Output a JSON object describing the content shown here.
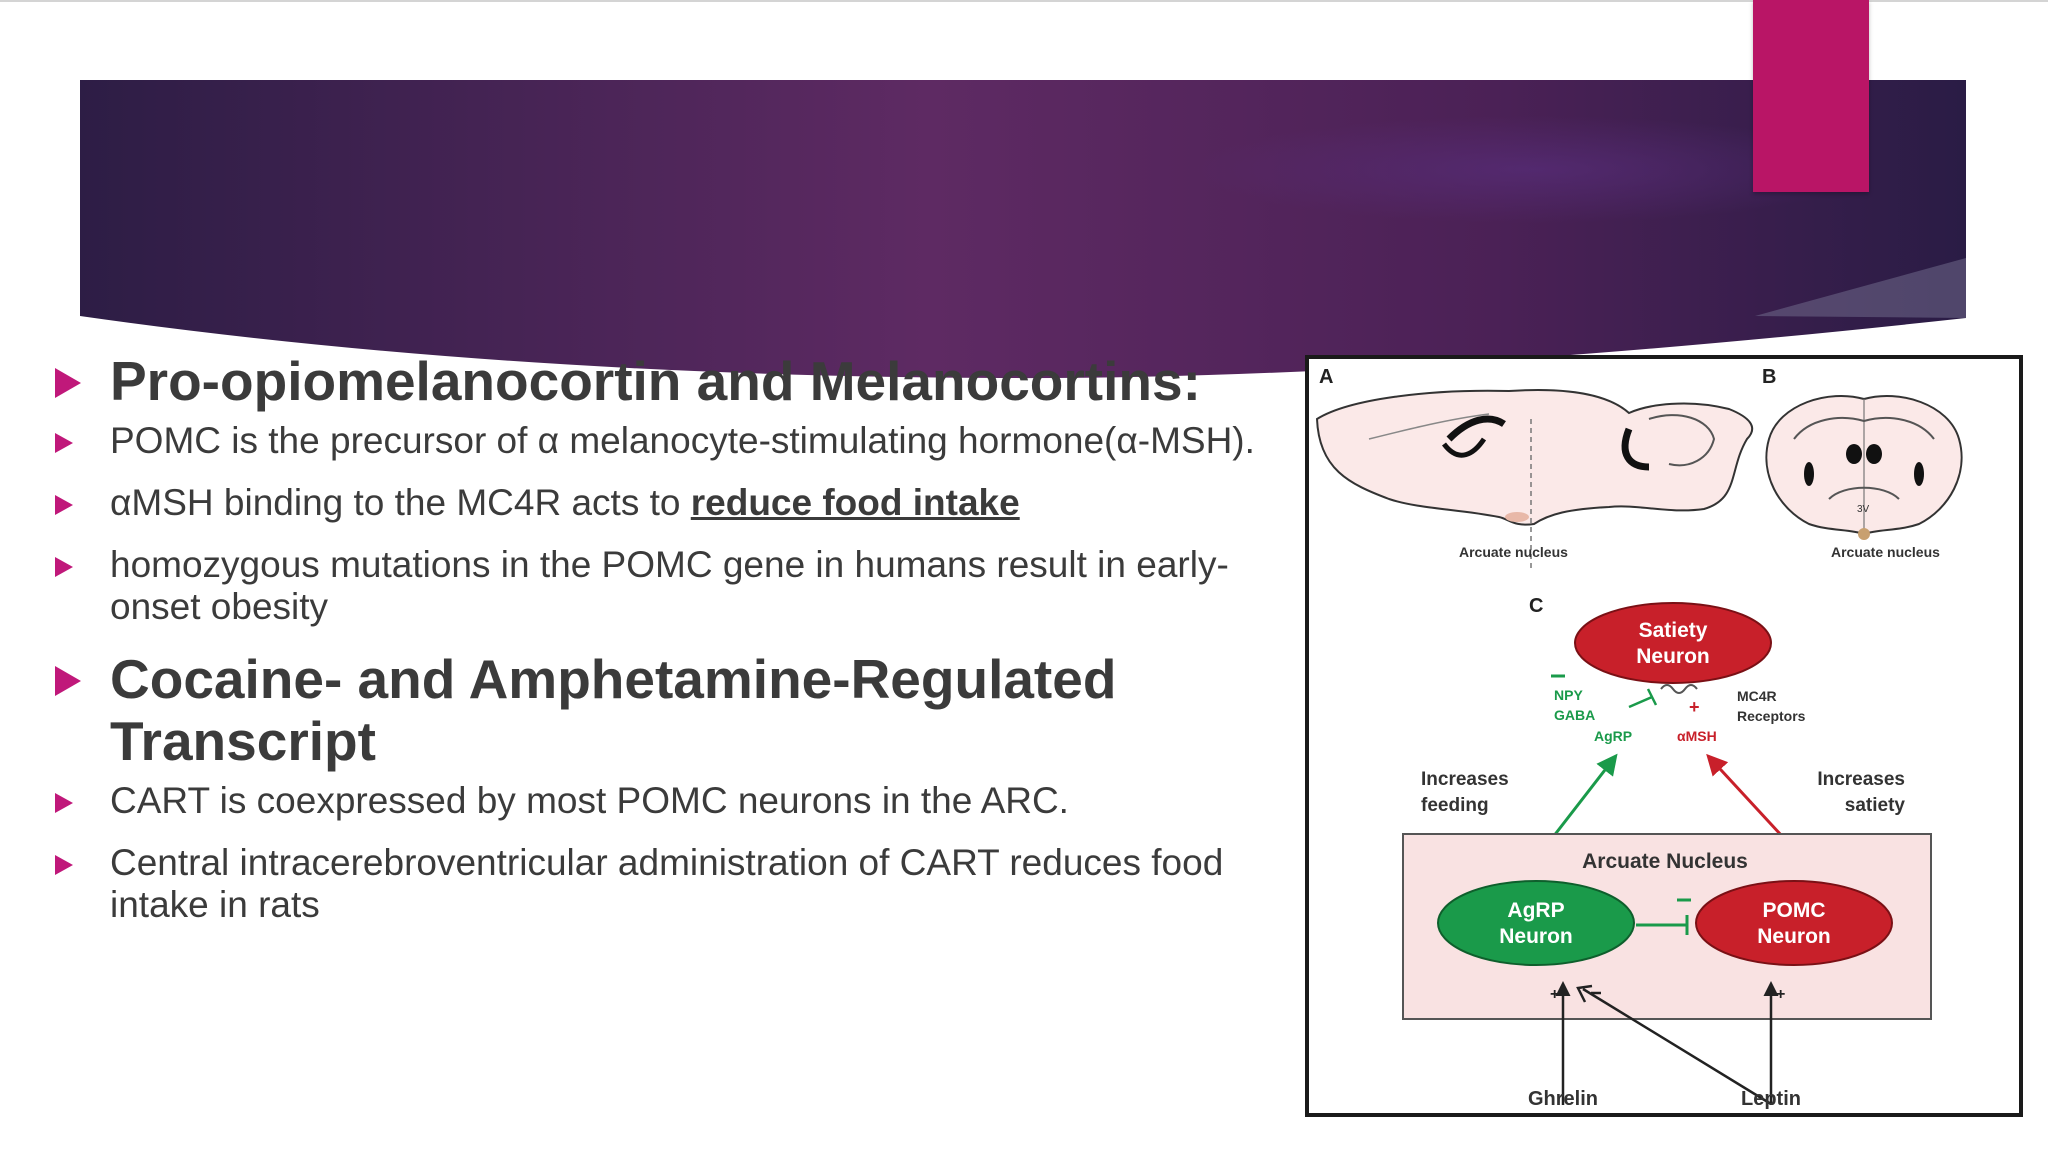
{
  "slide": {
    "bullets": [
      {
        "level": 1,
        "text": "Pro-opiomelanocortin and Melanocortins:"
      },
      {
        "level": 2,
        "text": "POMC is the precursor of α melanocyte-stimulating hormone(α-MSH)."
      },
      {
        "level": 2,
        "prefix": "αMSH binding to the MC4R acts to ",
        "highlight": "reduce food intake"
      },
      {
        "level": 2,
        "text": "homozygous mutations in the POMC gene in humans result in early-onset obesity"
      },
      {
        "level": 1,
        "text": "Cocaine- and Amphetamine-Regulated Transcript"
      },
      {
        "level": 2,
        "text": "CART is coexpressed by most POMC neurons in the ARC."
      },
      {
        "level": 2,
        "text": "Central intracerebroventricular administration of CART reduces food intake in rats"
      }
    ]
  },
  "figure": {
    "panel_a": "A",
    "panel_b": "B",
    "panel_c": "C",
    "arcuate_label_a": "Arcuate nucleus",
    "arcuate_label_b": "Arcuate nucleus",
    "third_ventricle": "3V",
    "satiety_neuron": [
      "Satiety",
      "Neuron"
    ],
    "npy": "NPY",
    "gaba": "GABA",
    "agrp": "AgRP",
    "amsh": "αMSH",
    "mc4r": [
      "MC4R",
      "Receptors"
    ],
    "increases_feeding": [
      "Increases",
      "feeding"
    ],
    "increases_satiety": [
      "Increases",
      "satiety"
    ],
    "arcuate_nucleus": "Arcuate Nucleus",
    "agrp_neuron": [
      "AgRP",
      "Neuron"
    ],
    "pomc_neuron": [
      "POMC",
      "Neuron"
    ],
    "ghrelin": "Ghrelin",
    "leptin": "Leptin",
    "colors": {
      "green": "#1a9a4a",
      "red": "#c8202a",
      "pink": "#f9e2e2"
    }
  }
}
